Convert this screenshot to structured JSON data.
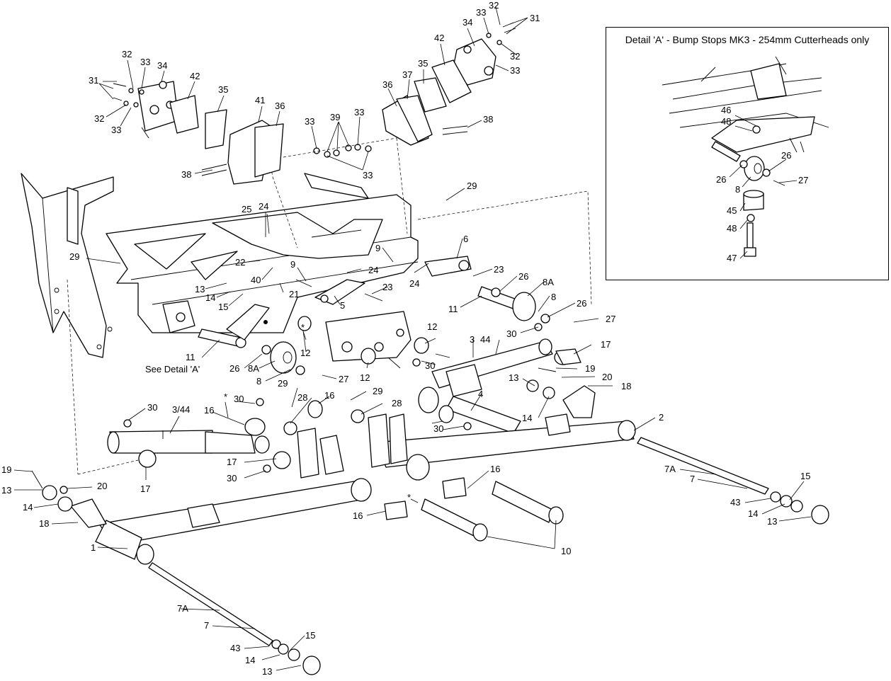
{
  "detail": {
    "title": "Detail 'A' - Bump Stops MK3 - 254mm Cutterheads only",
    "callouts": [
      "46",
      "48",
      "26",
      "26",
      "8",
      "27",
      "45",
      "48",
      "47"
    ]
  },
  "see_detail": "See Detail 'A'",
  "callouts": [
    "31",
    "32",
    "33",
    "34",
    "42",
    "35",
    "41",
    "36",
    "38",
    "32",
    "33",
    "31",
    "33",
    "32",
    "31",
    "32",
    "33",
    "34",
    "42",
    "35",
    "37",
    "36",
    "38",
    "33",
    "39",
    "33",
    "33",
    "29",
    "25",
    "24",
    "29",
    "22",
    "40",
    "13",
    "14",
    "15",
    "21",
    "9",
    "9",
    "24",
    "24",
    "5",
    "23",
    "23",
    "6",
    "26",
    "8A",
    "8",
    "11",
    "26",
    "27",
    "30",
    "11",
    "26",
    "8A",
    "8",
    "12",
    "29",
    "27",
    "12",
    "12",
    "30",
    "3",
    "44",
    "17",
    "19",
    "20",
    "18",
    "13",
    "4",
    "14",
    "29",
    "28",
    "16",
    "30",
    "30",
    "3/44",
    "16",
    "17",
    "30",
    "28",
    "30",
    "16",
    "17",
    "19",
    "13",
    "20",
    "14",
    "18",
    "1",
    "16",
    "16",
    "10",
    "2",
    "7A",
    "7",
    "43",
    "15",
    "14",
    "13",
    "7A",
    "7",
    "43",
    "15",
    "14",
    "13",
    "*",
    "*",
    "*"
  ]
}
